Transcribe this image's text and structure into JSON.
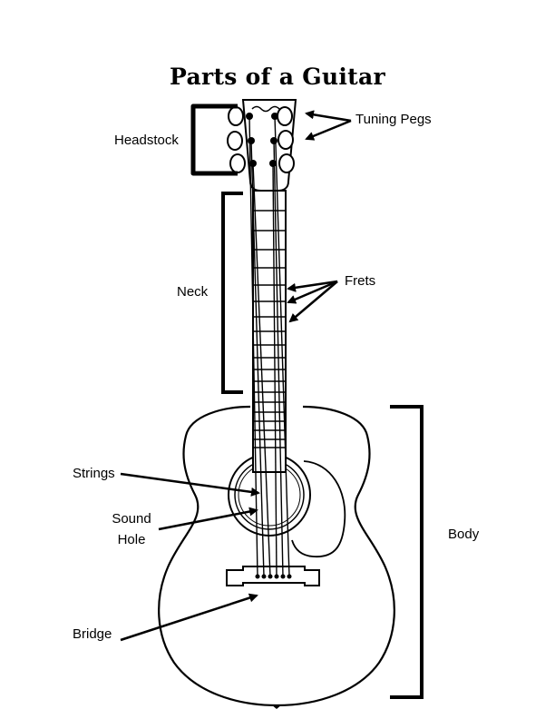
{
  "title": "Parts of a Guitar",
  "labels": {
    "headstock": "Headstock",
    "tuning_pegs": "Tuning Pegs",
    "neck": "Neck",
    "frets": "Frets",
    "strings": "Strings",
    "sound_hole_line1": "Sound",
    "sound_hole_line2": "Hole",
    "body": "Body",
    "bridge": "Bridge"
  }
}
